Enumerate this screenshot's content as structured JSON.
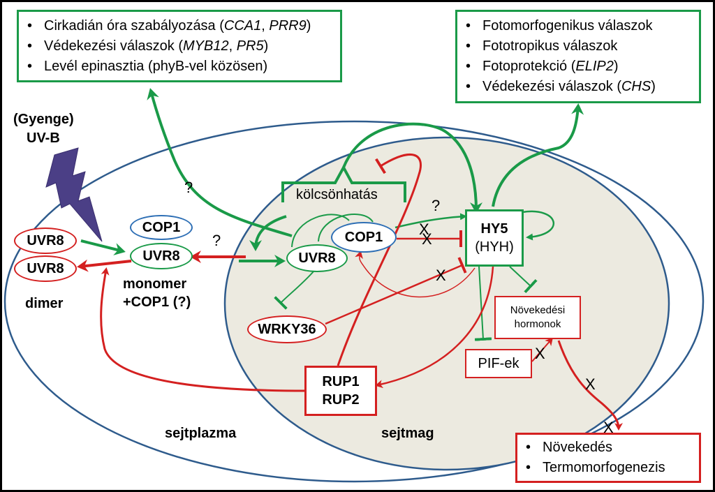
{
  "frame": {
    "border_color": "#000000"
  },
  "colors": {
    "green": "#1a9a48",
    "red": "#d42020",
    "blue": "#2e6fb5",
    "nucleus_fill": "#eceae0",
    "cell_outline": "#2e5b8c",
    "uvb_bolt": "#4b3f86"
  },
  "uvb": {
    "line1": "(Gyenge)",
    "line2": "UV-B",
    "icon": "lightning-bolt-icon"
  },
  "top_left_box": {
    "items": [
      {
        "pre": "Cirkadián óra szabályozása (",
        "it1": "CCA1",
        "mid": ", ",
        "it2": "PRR9",
        "post": ")"
      },
      {
        "pre": "Védekezési válaszok (",
        "it1": "MYB12",
        "mid": ", ",
        "it2": "PR5",
        "post": ")"
      },
      {
        "pre": "Levél epinasztia (phyB-vel közösen)",
        "it1": "",
        "mid": "",
        "it2": "",
        "post": ""
      }
    ]
  },
  "top_right_box": {
    "items": [
      {
        "pre": "Fotomorfogenikus válaszok",
        "it": "",
        "post": ""
      },
      {
        "pre": "Fototropikus válaszok",
        "it": "",
        "post": ""
      },
      {
        "pre": "Fotoprotekció (",
        "it": "ELIP2",
        "post": ")"
      },
      {
        "pre": "Védekezési válaszok (",
        "it": "CHS",
        "post": ")"
      }
    ]
  },
  "bottom_right_box": {
    "items": [
      "Növekedés",
      "Termomorfogenezis"
    ]
  },
  "nodes": {
    "uvr8_dimer_top": "UVR8",
    "uvr8_dimer_bottom": "UVR8",
    "dimer_label": "dimer",
    "cop1_cyto": "COP1",
    "uvr8_cyto": "UVR8",
    "monomer_label_1": "monomer",
    "monomer_label_2": "+COP1 (?)",
    "uvr8_nuc": "UVR8",
    "cop1_nuc": "COP1",
    "wrky36": "WRKY36",
    "rup_1": "RUP1",
    "rup_2": "RUP2",
    "hy5_1": "HY5",
    "hy5_2": "(HYH)",
    "growth_hormones_1": "Növekedési",
    "growth_hormones_2": "hormonok",
    "pifs": "PIF-ek"
  },
  "labels": {
    "interaction": "kölcsönhatás",
    "cytoplasm": "sejtplazma",
    "nucleus": "sejtmag",
    "question": "?",
    "block": "X"
  }
}
